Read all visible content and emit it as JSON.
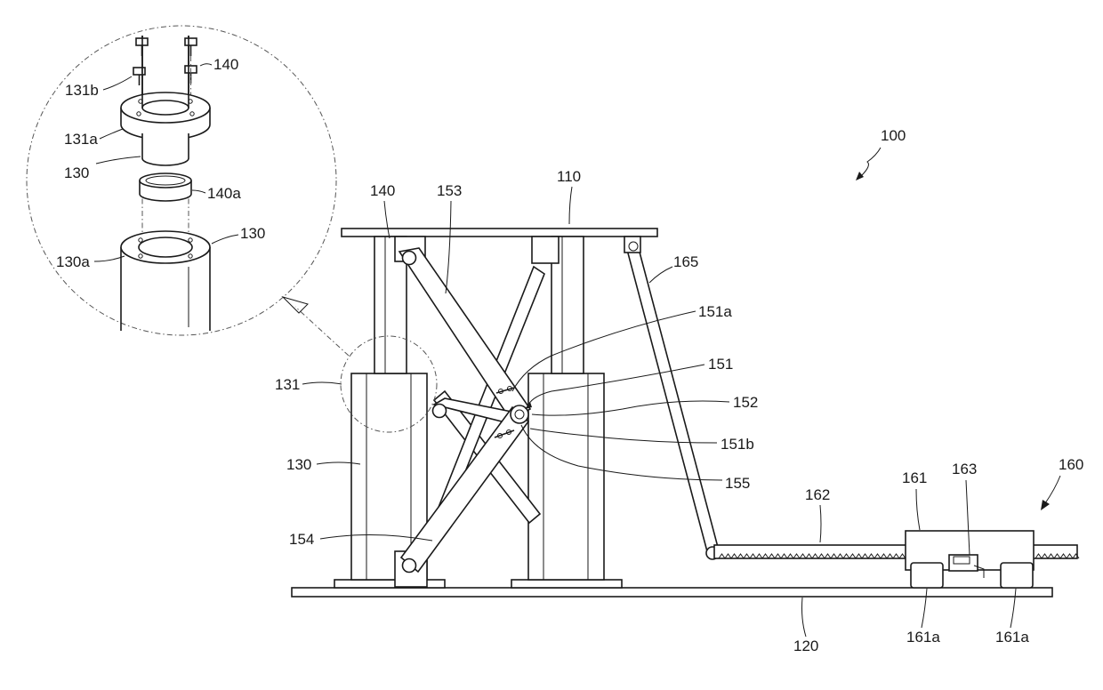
{
  "figure": {
    "labels": {
      "assembly": "100",
      "top_plate": "110",
      "base_plate": "120",
      "column": "130",
      "column_hole": "130a",
      "column_zone": "131",
      "flange": "131a",
      "bolt": "131b",
      "rod": "140",
      "rod_ring": "140a",
      "upper_link": "153",
      "lower_link": "154",
      "hinge": "151",
      "bracket_upper": "151a",
      "bracket_lower": "151b",
      "pin": "152",
      "pin_lower": "155",
      "drive_unit": "160",
      "carriage": "161",
      "roller": "161a",
      "rack": "162",
      "pinion": "163",
      "push_rod": "165"
    }
  }
}
